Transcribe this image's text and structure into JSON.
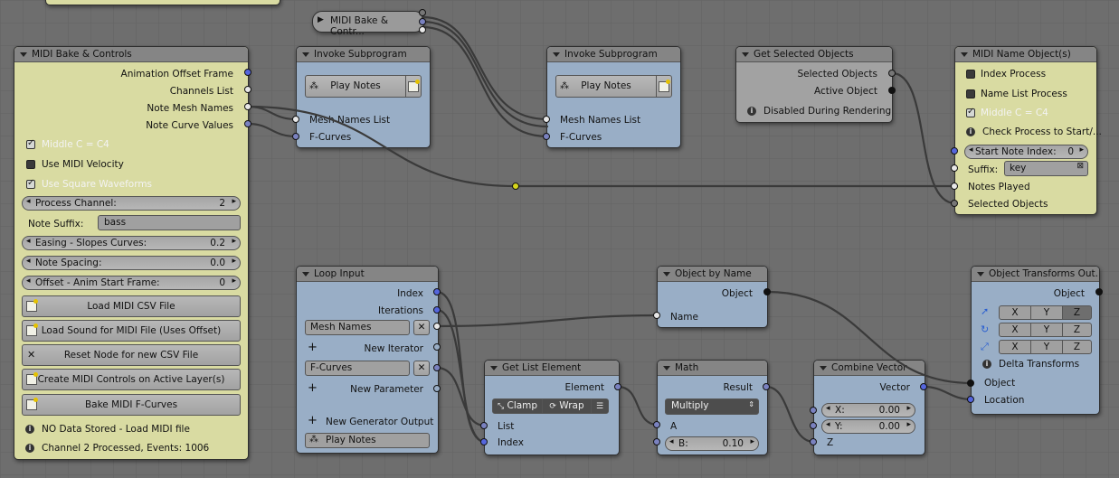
{
  "top_reroute": {
    "label": "MIDI Bake & Contr..."
  },
  "bake": {
    "title": "MIDI Bake & Controls",
    "outputs": [
      "Animation Offset Frame",
      "Channels List",
      "Note Mesh Names",
      "Note Curve Values"
    ],
    "chk_middle_c": "Middle C = C4",
    "chk_velocity": "Use MIDI Velocity",
    "chk_square": "Use Square Waveforms",
    "process_channel": {
      "label": "Process Channel:",
      "value": "2"
    },
    "note_suffix": {
      "label": "Note Suffix:",
      "value": "bass"
    },
    "easing": {
      "label": "Easing - Slopes Curves:",
      "value": "0.2"
    },
    "spacing": {
      "label": "Note Spacing:",
      "value": "0.0"
    },
    "offset": {
      "label": "Offset - Anim Start Frame:",
      "value": "0"
    },
    "btn_load_csv": "Load MIDI CSV File",
    "btn_load_sound": "Load Sound for MIDI File (Uses Offset)",
    "btn_reset": "Reset Node for new CSV File",
    "btn_create": "Create MIDI Controls on Active Layer(s)",
    "btn_bake": "Bake MIDI F-Curves",
    "info1": "NO Data Stored - Load MIDI file",
    "info2": "Channel 2 Processed, Events: 1006"
  },
  "invoke1": {
    "title": "Invoke Subprogram",
    "subprogram": "Play Notes",
    "in1": "Mesh Names List",
    "in2": "F-Curves"
  },
  "invoke2": {
    "title": "Invoke Subprogram",
    "subprogram": "Play Notes",
    "in1": "Mesh Names List",
    "in2": "F-Curves"
  },
  "selected": {
    "title": "Get Selected Objects",
    "out1": "Selected Objects",
    "out2": "Active Object",
    "info": "Disabled During Rendering"
  },
  "nameobj": {
    "title": "MIDI Name Object(s)",
    "chk_index": "Index Process",
    "chk_namelist": "Name List Process",
    "chk_middle_c": "Middle C = C4",
    "info": "Check Process to Start/...",
    "start_note": {
      "label": "Start Note Index:",
      "value": "0"
    },
    "suffix": {
      "label": "Suffix:",
      "value": "key"
    },
    "in_notes": "Notes Played",
    "in_selected": "Selected Objects"
  },
  "loop": {
    "title": "Loop Input",
    "out_index": "Index",
    "out_iterations": "Iterations",
    "list1": "Mesh Names",
    "new_iterator": "New Iterator",
    "list2": "F-Curves",
    "new_parameter": "New Parameter",
    "new_generator": "New Generator Output",
    "subprogram": "Play Notes"
  },
  "getlist": {
    "title": "Get List Element",
    "out": "Element",
    "clamp": "Clamp",
    "wrap": "Wrap",
    "in_list": "List",
    "in_index": "Index"
  },
  "objbyname": {
    "title": "Object by Name",
    "out": "Object",
    "in": "Name"
  },
  "math": {
    "title": "Math",
    "out": "Result",
    "operation": "Multiply",
    "in_a": "A",
    "in_b": {
      "label": "B:",
      "value": "0.10"
    }
  },
  "combine": {
    "title": "Combine Vector",
    "out": "Vector",
    "x": {
      "label": "X:",
      "value": "0.00"
    },
    "y": {
      "label": "Y:",
      "value": "0.00"
    },
    "z": "Z"
  },
  "transforms": {
    "title": "Object Transforms Out...",
    "out": "Object",
    "axes": [
      "X",
      "Y",
      "Z"
    ],
    "delta": "Delta Transforms",
    "in_object": "Object",
    "in_location": "Location"
  },
  "colors": {
    "background": "#6e6e6e",
    "yellow_node": "#d9dba2",
    "blue_node": "#99aec6",
    "header": "#858585",
    "socket_blue": "#5566dd"
  }
}
